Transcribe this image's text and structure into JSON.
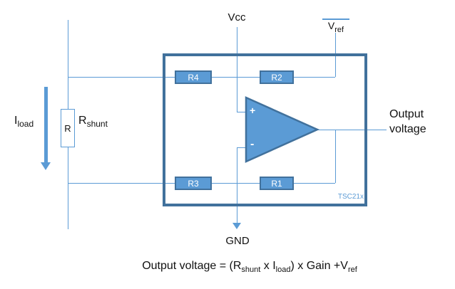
{
  "labels": {
    "vcc": "Vcc",
    "vref": {
      "main": "V",
      "sub": "ref"
    },
    "iload": {
      "main": "I",
      "sub": "load"
    },
    "rshunt": {
      "main": "R",
      "sub": "shunt"
    },
    "shunt_box": "R",
    "gnd": "GND",
    "output_line1": "Output",
    "output_line2": "voltage",
    "chip": "TSC21x"
  },
  "resistors": {
    "r1": "R1",
    "r2": "R2",
    "r3": "R3",
    "r4": "R4"
  },
  "opamp": {
    "plus": "+",
    "minus": "-"
  },
  "formula": {
    "p1": "Output voltage = (",
    "p2_main": "R",
    "p2_sub": "shunt",
    "p3": " x ",
    "p4_main": "I",
    "p4_sub": "load",
    "p5": ") x Gain +",
    "p6_main": "V",
    "p6_sub": "ref"
  },
  "colors": {
    "accent": "#5b9bd5",
    "border": "#41719c"
  }
}
